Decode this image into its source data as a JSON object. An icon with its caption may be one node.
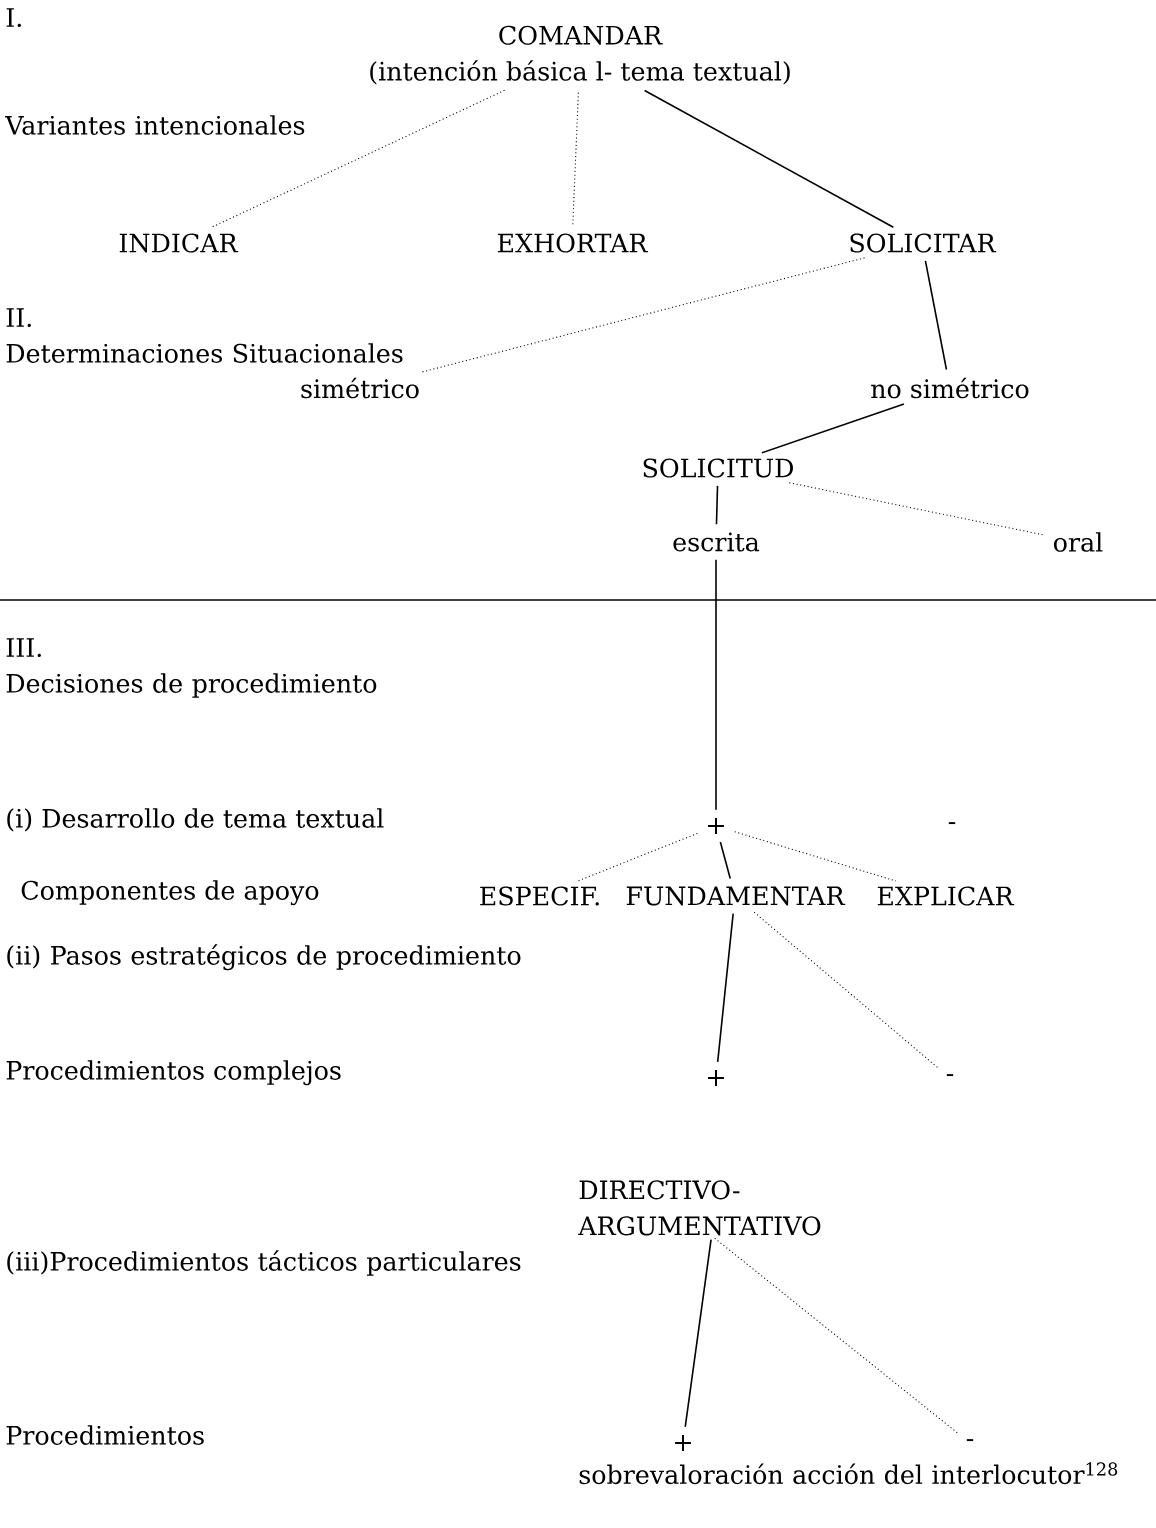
{
  "diagram": {
    "nodes": [
      {
        "text": [
          "COMANDAR",
          "(intención básica l- tema textual)"
        ]
      },
      {
        "text": [
          "INDICAR"
        ]
      },
      {
        "text": [
          "EXHORTAR"
        ]
      },
      {
        "text": [
          "SOLICITAR"
        ]
      },
      {
        "text": [
          "simétrico"
        ]
      },
      {
        "text": [
          "no simétrico"
        ]
      },
      {
        "text": [
          "SOLICITUD"
        ]
      },
      {
        "text": [
          "escrita"
        ]
      },
      {
        "text": [
          "oral"
        ]
      },
      {
        "text": [
          "+"
        ]
      },
      {
        "text": [
          "-"
        ]
      },
      {
        "text": [
          "ESPECIF."
        ]
      },
      {
        "text": [
          "FUNDAMENTAR"
        ]
      },
      {
        "text": [
          "EXPLICAR"
        ]
      },
      {
        "text": [
          "+"
        ]
      },
      {
        "text": [
          "-"
        ]
      },
      {
        "text": [
          "DIRECTIVO- ARGUMENTATIVO"
        ]
      },
      {
        "text": [
          "+"
        ],
        "beside": [
          "sobrevaloración acción del interlocutor$^{128}$"
        ]
      },
      {
        "text": [
          "-"
        ]
      }
    ],
    "edges": [
      {
        "from": 0,
        "to": 1,
        "arrow": "none",
        "style": "dashed"
      },
      {
        "from": 0,
        "to": 2,
        "arrow": "none",
        "style": "dashed"
      },
      {
        "from": 0,
        "to": 3,
        "arrow": "none"
      },
      {
        "from": 3,
        "to": 4,
        "arrow": "none",
        "style": "dashed"
      },
      {
        "from": 3,
        "to": 5,
        "arrow": "none"
      },
      {
        "from": 5,
        "to": 6,
        "arrow": "none"
      },
      {
        "from": 6,
        "to": 7,
        "arrow": "none"
      },
      {
        "from": 6,
        "to": 8,
        "arrow": "none",
        "style": "dashed"
      },
      {
        "from": 7,
        "to": 9,
        "arrow": "none"
      },
      {
        "from": 9,
        "to": 11,
        "arrow": "none",
        "style": "dashed"
      },
      {
        "from": 9,
        "to": 12,
        "arrow": "none"
      },
      {
        "from": 9,
        "to": 13,
        "arrow": "none",
        "style": "dashed"
      },
      {
        "from": 12,
        "to": 14,
        "arrow": "none"
      },
      {
        "from": 12,
        "to": 15,
        "arrow": "none",
        "style": "dashed"
      },
      {
        "from": 16,
        "to": 17,
        "arrow": "none"
      },
      {
        "from": 16,
        "to": 18,
        "arrow": "none",
        "style": "dashed"
      }
    ],
    "labels": [
      "I.",
      "Variantes intencionales",
      "II.",
      "Determinaciones Situacionales",
      "III.",
      "Decisiones de procedimiento",
      "(i) Desarrollo de tema textual",
      "Componentes de apoyo",
      "(ii) Pasos estratégicos de procedimiento",
      "Procedimientos complejos",
      "(iii)Procedimientos tácticos particulares",
      "Procedimientos"
    ]
  }
}
